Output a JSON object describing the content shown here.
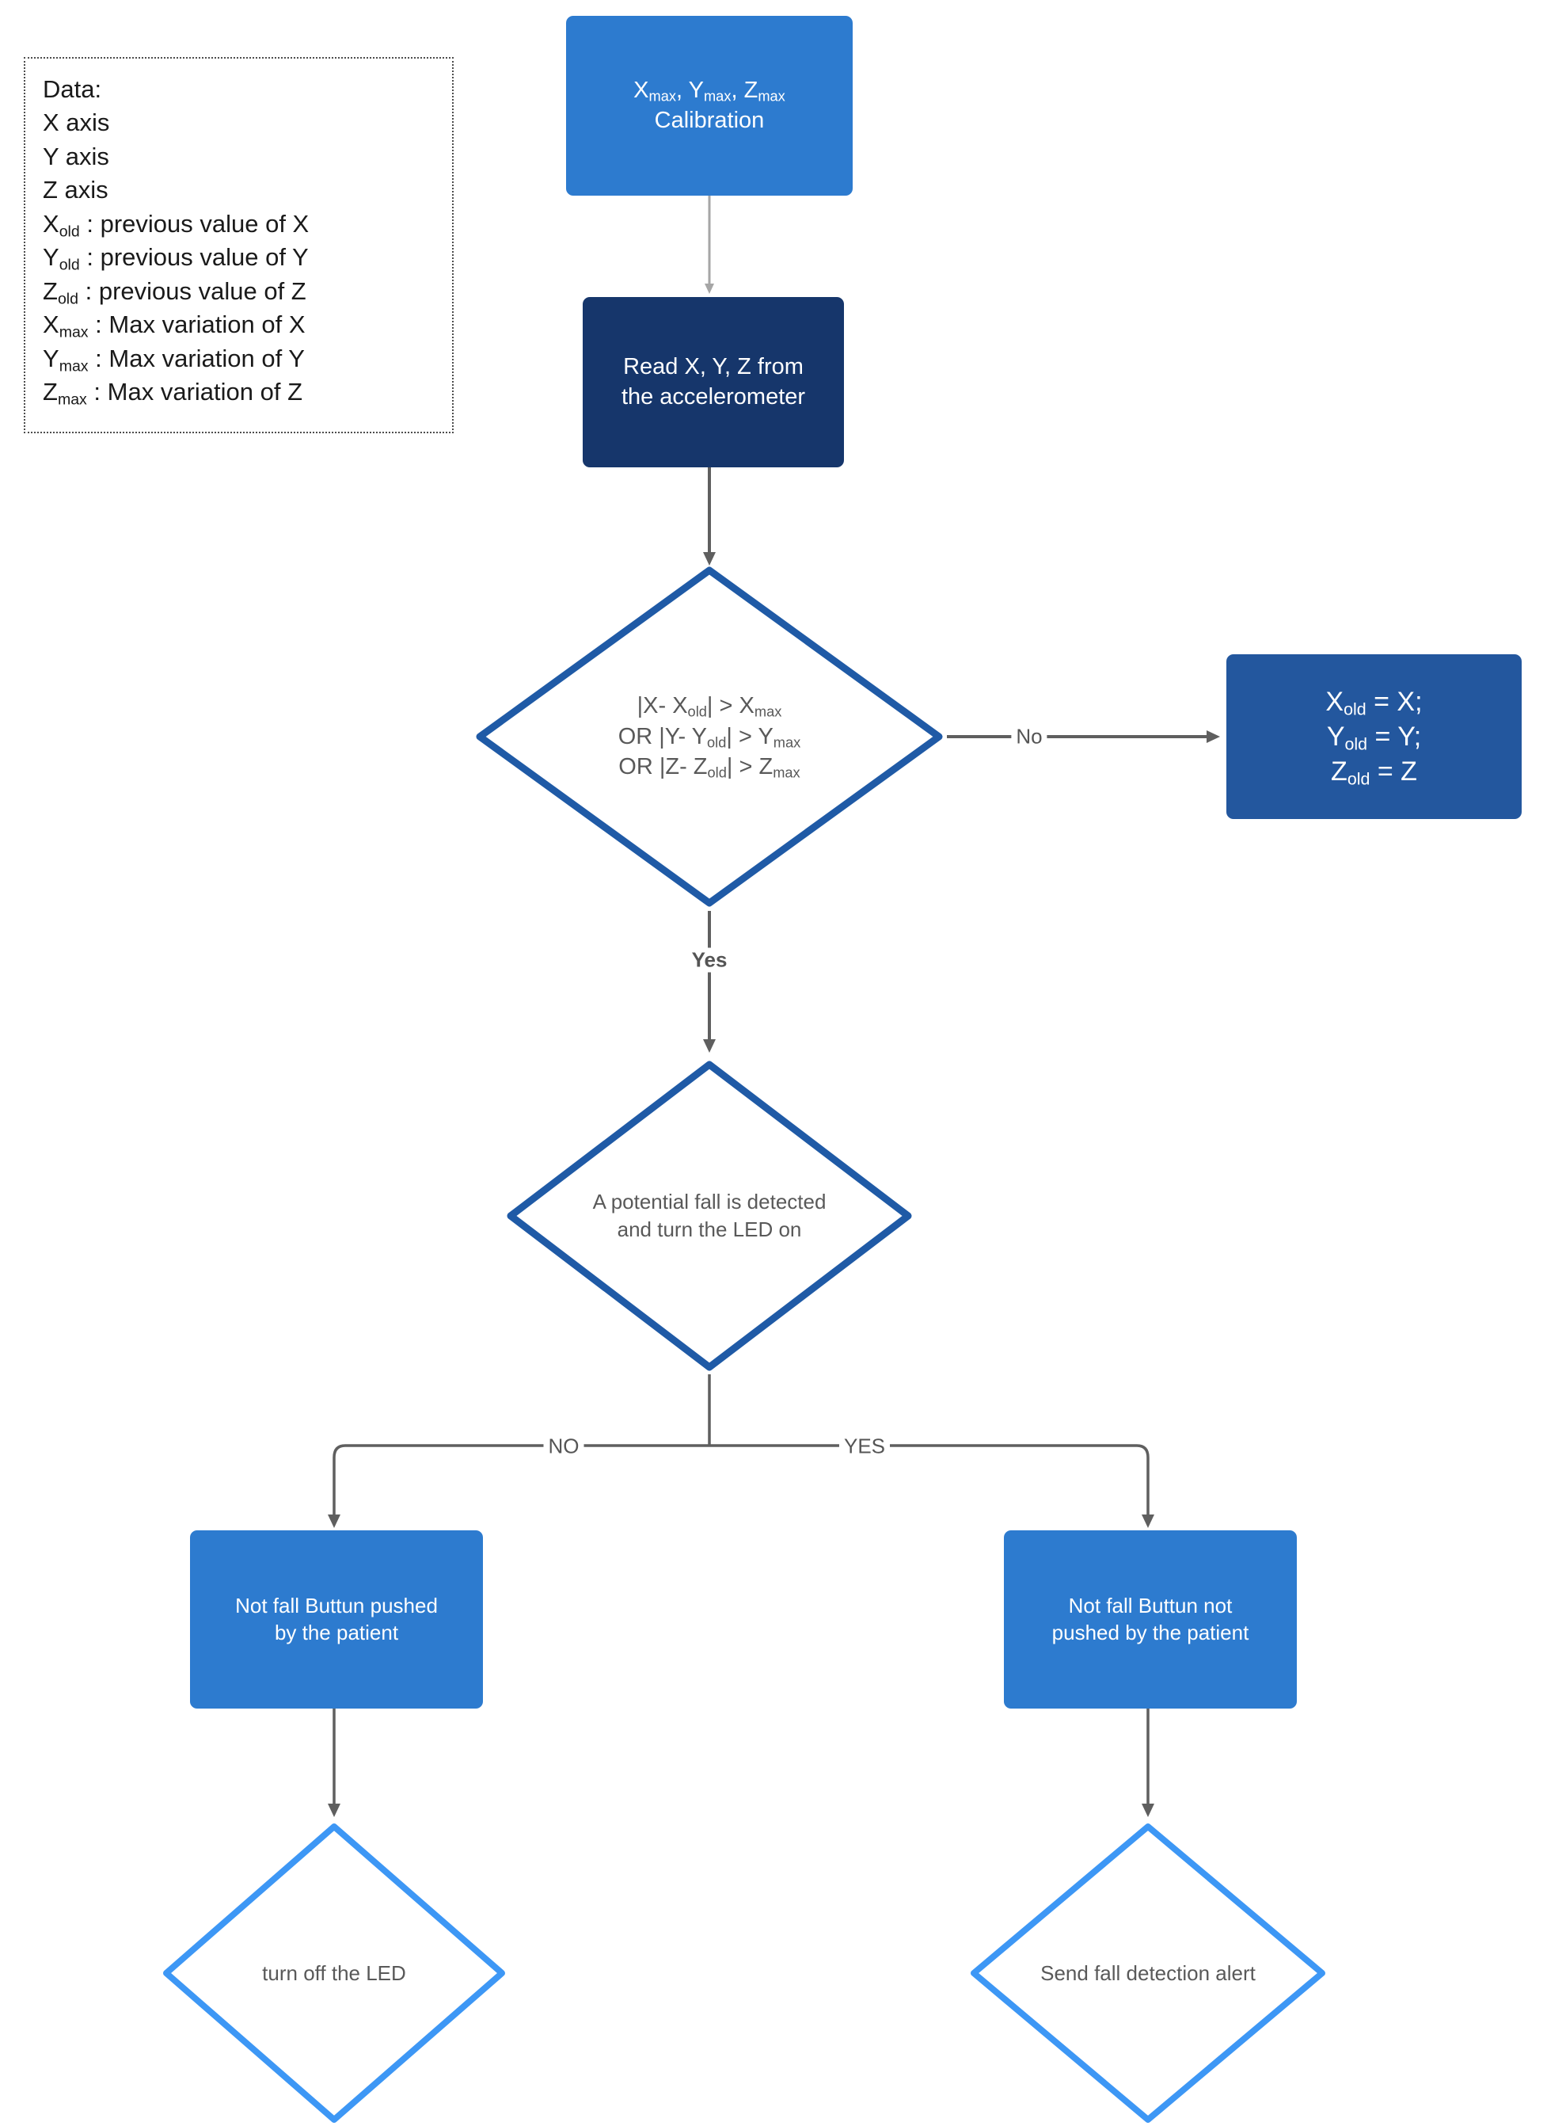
{
  "diagram": {
    "title": "Fall detection algorithm flowchart",
    "colors": {
      "node_blue": "#2d7bcf",
      "node_navy": "#16366b",
      "node_steel": "#23579e",
      "diamond_stroke_dark": "#1f5aa6",
      "diamond_stroke_light": "#3d97f5",
      "edge": "#5f5f5f",
      "edge_light": "#9e9e9e",
      "text_gray": "#595959",
      "legend_border": "#4d4d4d"
    }
  },
  "legend": {
    "lines": [
      {
        "head": "Data:",
        "sub": "",
        "rest": ""
      },
      {
        "head": "X axis",
        "sub": "",
        "rest": ""
      },
      {
        "head": "Y axis",
        "sub": "",
        "rest": ""
      },
      {
        "head": "Z axis",
        "sub": "",
        "rest": ""
      },
      {
        "head": "X",
        "sub": "old",
        "rest": " : previous value of X"
      },
      {
        "head": "Y",
        "sub": "old",
        "rest": " : previous value of Y"
      },
      {
        "head": "Z",
        "sub": "old",
        "rest": " : previous value of Z"
      },
      {
        "head": "X",
        "sub": "max",
        "rest": " : Max variation of X"
      },
      {
        "head": "Y",
        "sub": "max",
        "rest": " : Max variation of Y"
      },
      {
        "head": "Z",
        "sub": "max",
        "rest": " : Max variation of Z"
      }
    ]
  },
  "nodes": {
    "calibration": {
      "line1": [
        {
          "head": "X",
          "sub": "max",
          "rest": ", "
        },
        {
          "head": "Y",
          "sub": "max",
          "rest": ", "
        },
        {
          "head": "Z",
          "sub": "max",
          "rest": ""
        }
      ],
      "line2": "Calibration"
    },
    "read_sensor": {
      "line1": "Read  X, Y, Z from",
      "line2": "the accelerometer"
    },
    "variation_check": {
      "line1": [
        {
          "head": "|X- X",
          "sub": "old",
          "rest": "|  >  "
        },
        {
          "head": "X",
          "sub": "max",
          "rest": ""
        }
      ],
      "line2": [
        {
          "head": "OR |Y- Y",
          "sub": "old",
          "rest": "| >  "
        },
        {
          "head": "Y",
          "sub": "max",
          "rest": ""
        }
      ],
      "line3": [
        {
          "head": "OR |Z- Z",
          "sub": "old",
          "rest": "| >  "
        },
        {
          "head": "Z",
          "sub": "max",
          "rest": ""
        }
      ]
    },
    "store_previous": {
      "line1": [
        {
          "head": "X",
          "sub": "old",
          "rest": " = X;"
        }
      ],
      "line2": [
        {
          "head": "Y",
          "sub": "old",
          "rest": " = Y;"
        }
      ],
      "line3": [
        {
          "head": "Z",
          "sub": "old",
          "rest": " = Z"
        }
      ]
    },
    "potential_fall": {
      "line1": "A potential fall is detected",
      "line2": "and turn the LED on"
    },
    "button_pushed": {
      "line1": "Not fall Buttun pushed",
      "line2": "by the patient"
    },
    "button_not_pushed": {
      "line1": "Not fall Buttun not",
      "line2": "pushed by the patient"
    },
    "led_off": {
      "line1": "turn off the LED"
    },
    "send_alert": {
      "line1": "Send fall detection alert"
    }
  },
  "edges": {
    "no_label": "No",
    "yes_label": "Yes",
    "no_upper": "NO",
    "yes_upper": "YES"
  }
}
